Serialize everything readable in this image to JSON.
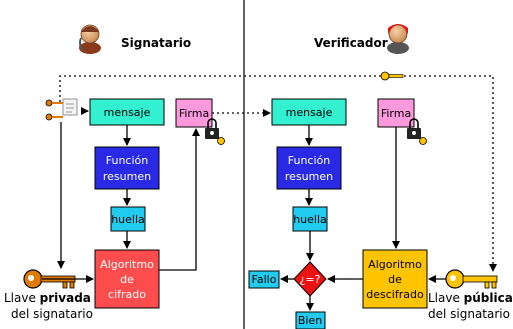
{
  "signer": {
    "title": "Signatario",
    "mensaje": "mensaje",
    "firma": "Firma",
    "hash_l1": "Función",
    "hash_l2": "resumen",
    "huella": "huella",
    "alg_l1": "Algoritmo",
    "alg_l2": "de",
    "alg_l3": "cifrado",
    "key_pre": "Llave ",
    "key_bold": "privada",
    "key_line2": "del signatario"
  },
  "verifier": {
    "title": "Verificador",
    "mensaje": "mensaje",
    "firma": "Firma",
    "hash_l1": "Función",
    "hash_l2": "resumen",
    "huella": "huella",
    "alg_l1": "Algoritmo",
    "alg_l2": "de",
    "alg_l3": "descifrado",
    "compare": "¿=?",
    "fail": "Fallo",
    "ok": "Bien",
    "key_pre": "Llave ",
    "key_bold": "pública",
    "key_line2": "del signatario"
  },
  "colors": {
    "message": "#33f0d0",
    "signature": "#ff99dd",
    "hash_fn": "#2a2ae6",
    "fingerprint": "#22ccf0",
    "encrypt": "#ff4d4d",
    "decrypt": "#ffc400",
    "compare": "#ee1111",
    "result": "#22ccf0",
    "arrow": "#000000"
  },
  "icons": [
    "person-icon",
    "person-red-icon",
    "key-icon",
    "padlock-icon",
    "document-icon"
  ]
}
